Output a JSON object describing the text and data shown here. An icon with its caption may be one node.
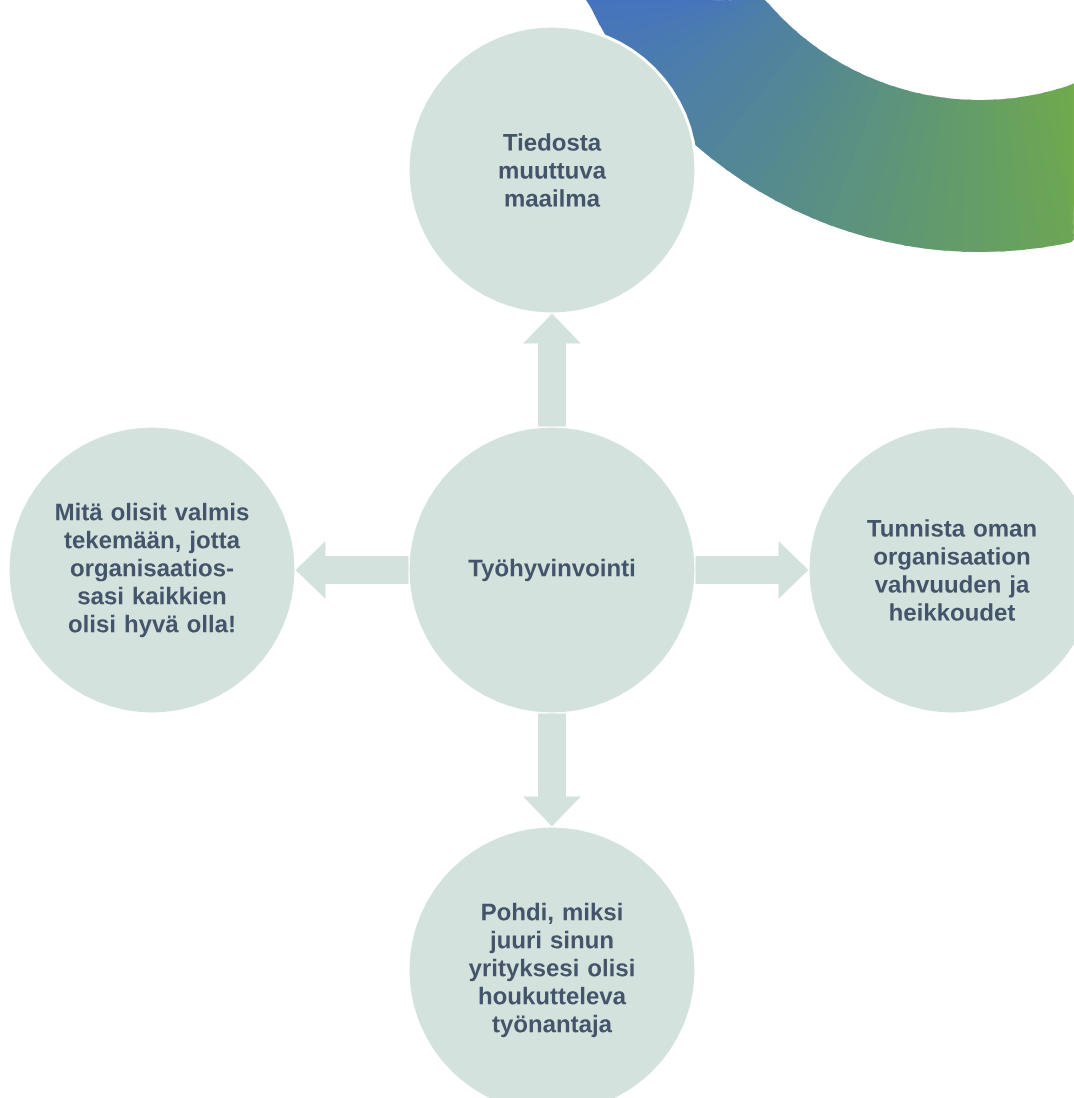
{
  "diagram": {
    "nodes": [
      {
        "text": [
          "Tiedosta muuttuva maailma"
        ]
      },
      {
        "text": [
          "Mitä olisit valmis tekemään, jotta organisaatios- sasi kaikkien olisi hyvä olla!"
        ]
      },
      {
        "text": [
          "Työhyvinvointi"
        ]
      },
      {
        "text": [
          "Tunnista oman organisaation vahvuuden ja heikkoudet"
        ]
      },
      {
        "text": [
          "Pohdi, miksi juuri sinun yrityksesi olisi houkutteleva työnantaja"
        ]
      }
    ],
    "edges": [
      {
        "from": 2,
        "to": 0,
        "arrow": "to"
      },
      {
        "from": 2,
        "to": 1,
        "arrow": "to"
      },
      {
        "from": 2,
        "to": 3,
        "arrow": "to"
      },
      {
        "from": 2,
        "to": 4,
        "arrow": "to"
      }
    ]
  }
}
